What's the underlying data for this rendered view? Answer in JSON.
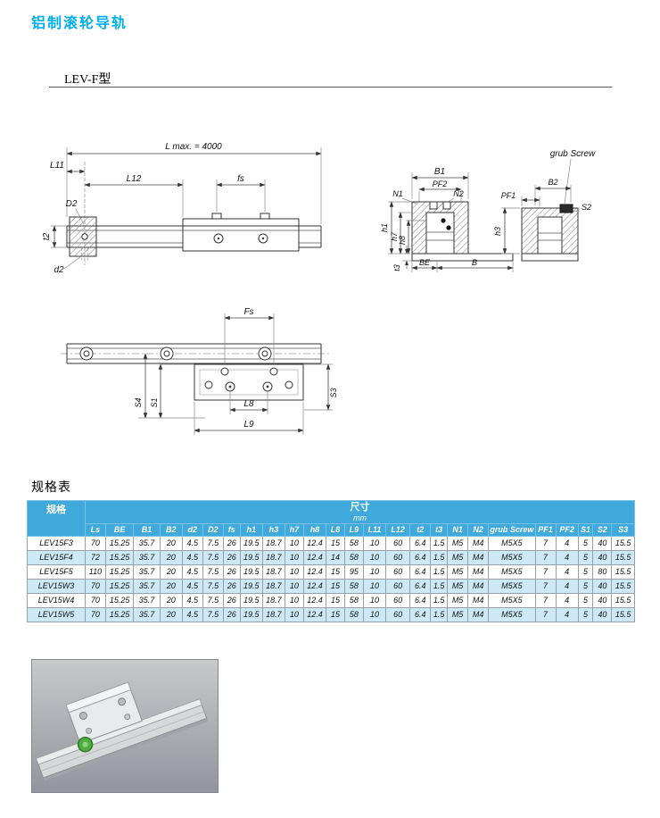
{
  "page": {
    "title": "铝制滚轮导轨",
    "model_heading": "LEV-F型",
    "table_title": "规格表"
  },
  "drawings": {
    "side": {
      "l_max": "L max. = 4000",
      "l11": "L11",
      "l12": "L12",
      "fs": "fs",
      "d2_hole": "D2",
      "t2": "t2",
      "d2": "d2"
    },
    "section": {
      "b1": "B1",
      "pf2": "PF2",
      "n1": "N1",
      "n2": "N2",
      "h1": "h1",
      "h7": "h7",
      "h8": "h8",
      "t3": "t3",
      "be": "BE",
      "b": "B",
      "grub_screw": "grub Screw",
      "b2": "B2",
      "s2": "S2",
      "pf1": "PF1",
      "h3": "h3"
    },
    "plan": {
      "fs": "Fs",
      "s4": "S4",
      "s1": "S1",
      "l8": "L8",
      "s3": "S3",
      "l9": "L9"
    }
  },
  "table": {
    "spec_col": "规格",
    "dim_group": "尺寸",
    "dim_unit": "mm",
    "columns": [
      "Ls",
      "BE",
      "B1",
      "B2",
      "d2",
      "D2",
      "fs",
      "h1",
      "h3",
      "h7",
      "h8",
      "L8",
      "L9",
      "L11",
      "L12",
      "t2",
      "t3",
      "N1",
      "N2",
      "grub Screw",
      "PF1",
      "PF2",
      "S1",
      "S2",
      "S3"
    ],
    "rows": [
      {
        "model": "LEV15F3",
        "values": [
          "70",
          "15.25",
          "35.7",
          "20",
          "4.5",
          "7.5",
          "26",
          "19.5",
          "18.7",
          "10",
          "12.4",
          "15",
          "58",
          "10",
          "60",
          "6.4",
          "1.5",
          "M5",
          "M4",
          "M5X5",
          "7",
          "4",
          "5",
          "40",
          "15.5"
        ]
      },
      {
        "model": "LEV15F4",
        "values": [
          "72",
          "15.25",
          "35.7",
          "20",
          "4.5",
          "7.5",
          "26",
          "19.5",
          "18.7",
          "10",
          "12.4",
          "14",
          "58",
          "10",
          "60",
          "6.4",
          "1.5",
          "M5",
          "M4",
          "M5X5",
          "7",
          "4",
          "5",
          "40",
          "15.5"
        ]
      },
      {
        "model": "LEV15F5",
        "values": [
          "110",
          "15.25",
          "35.7",
          "20",
          "4.5",
          "7.5",
          "26",
          "19.5",
          "18.7",
          "10",
          "12.4",
          "15",
          "95",
          "10",
          "60",
          "6.4",
          "1.5",
          "M5",
          "M4",
          "M5X5",
          "7",
          "4",
          "5",
          "80",
          "15.5"
        ]
      },
      {
        "model": "LEV15W3",
        "values": [
          "70",
          "15.25",
          "35.7",
          "20",
          "4.5",
          "7.5",
          "26",
          "19.5",
          "18.7",
          "10",
          "12.4",
          "15",
          "58",
          "10",
          "60",
          "6.4",
          "1.5",
          "M5",
          "M4",
          "M5X5",
          "7",
          "4",
          "5",
          "40",
          "15.5"
        ]
      },
      {
        "model": "LEV15W4",
        "values": [
          "70",
          "15.25",
          "35.7",
          "20",
          "4.5",
          "7.5",
          "26",
          "19.5",
          "18.7",
          "10",
          "12.4",
          "15",
          "58",
          "10",
          "60",
          "6.4",
          "1.5",
          "M5",
          "M4",
          "M5X5",
          "7",
          "4",
          "5",
          "40",
          "15.5"
        ]
      },
      {
        "model": "LEV15W5",
        "values": [
          "70",
          "15.25",
          "35.7",
          "20",
          "4.5",
          "7.5",
          "26",
          "19.5",
          "18.7",
          "10",
          "12.4",
          "15",
          "58",
          "10",
          "60",
          "6.4",
          "1.5",
          "M5",
          "M4",
          "M5X5",
          "7",
          "4",
          "5",
          "40",
          "15.5"
        ]
      }
    ]
  },
  "colors": {
    "accent": "#00AEEF",
    "table_header_bg": "#3FA9DC",
    "row_alt_bg": "#CDE9F7"
  }
}
